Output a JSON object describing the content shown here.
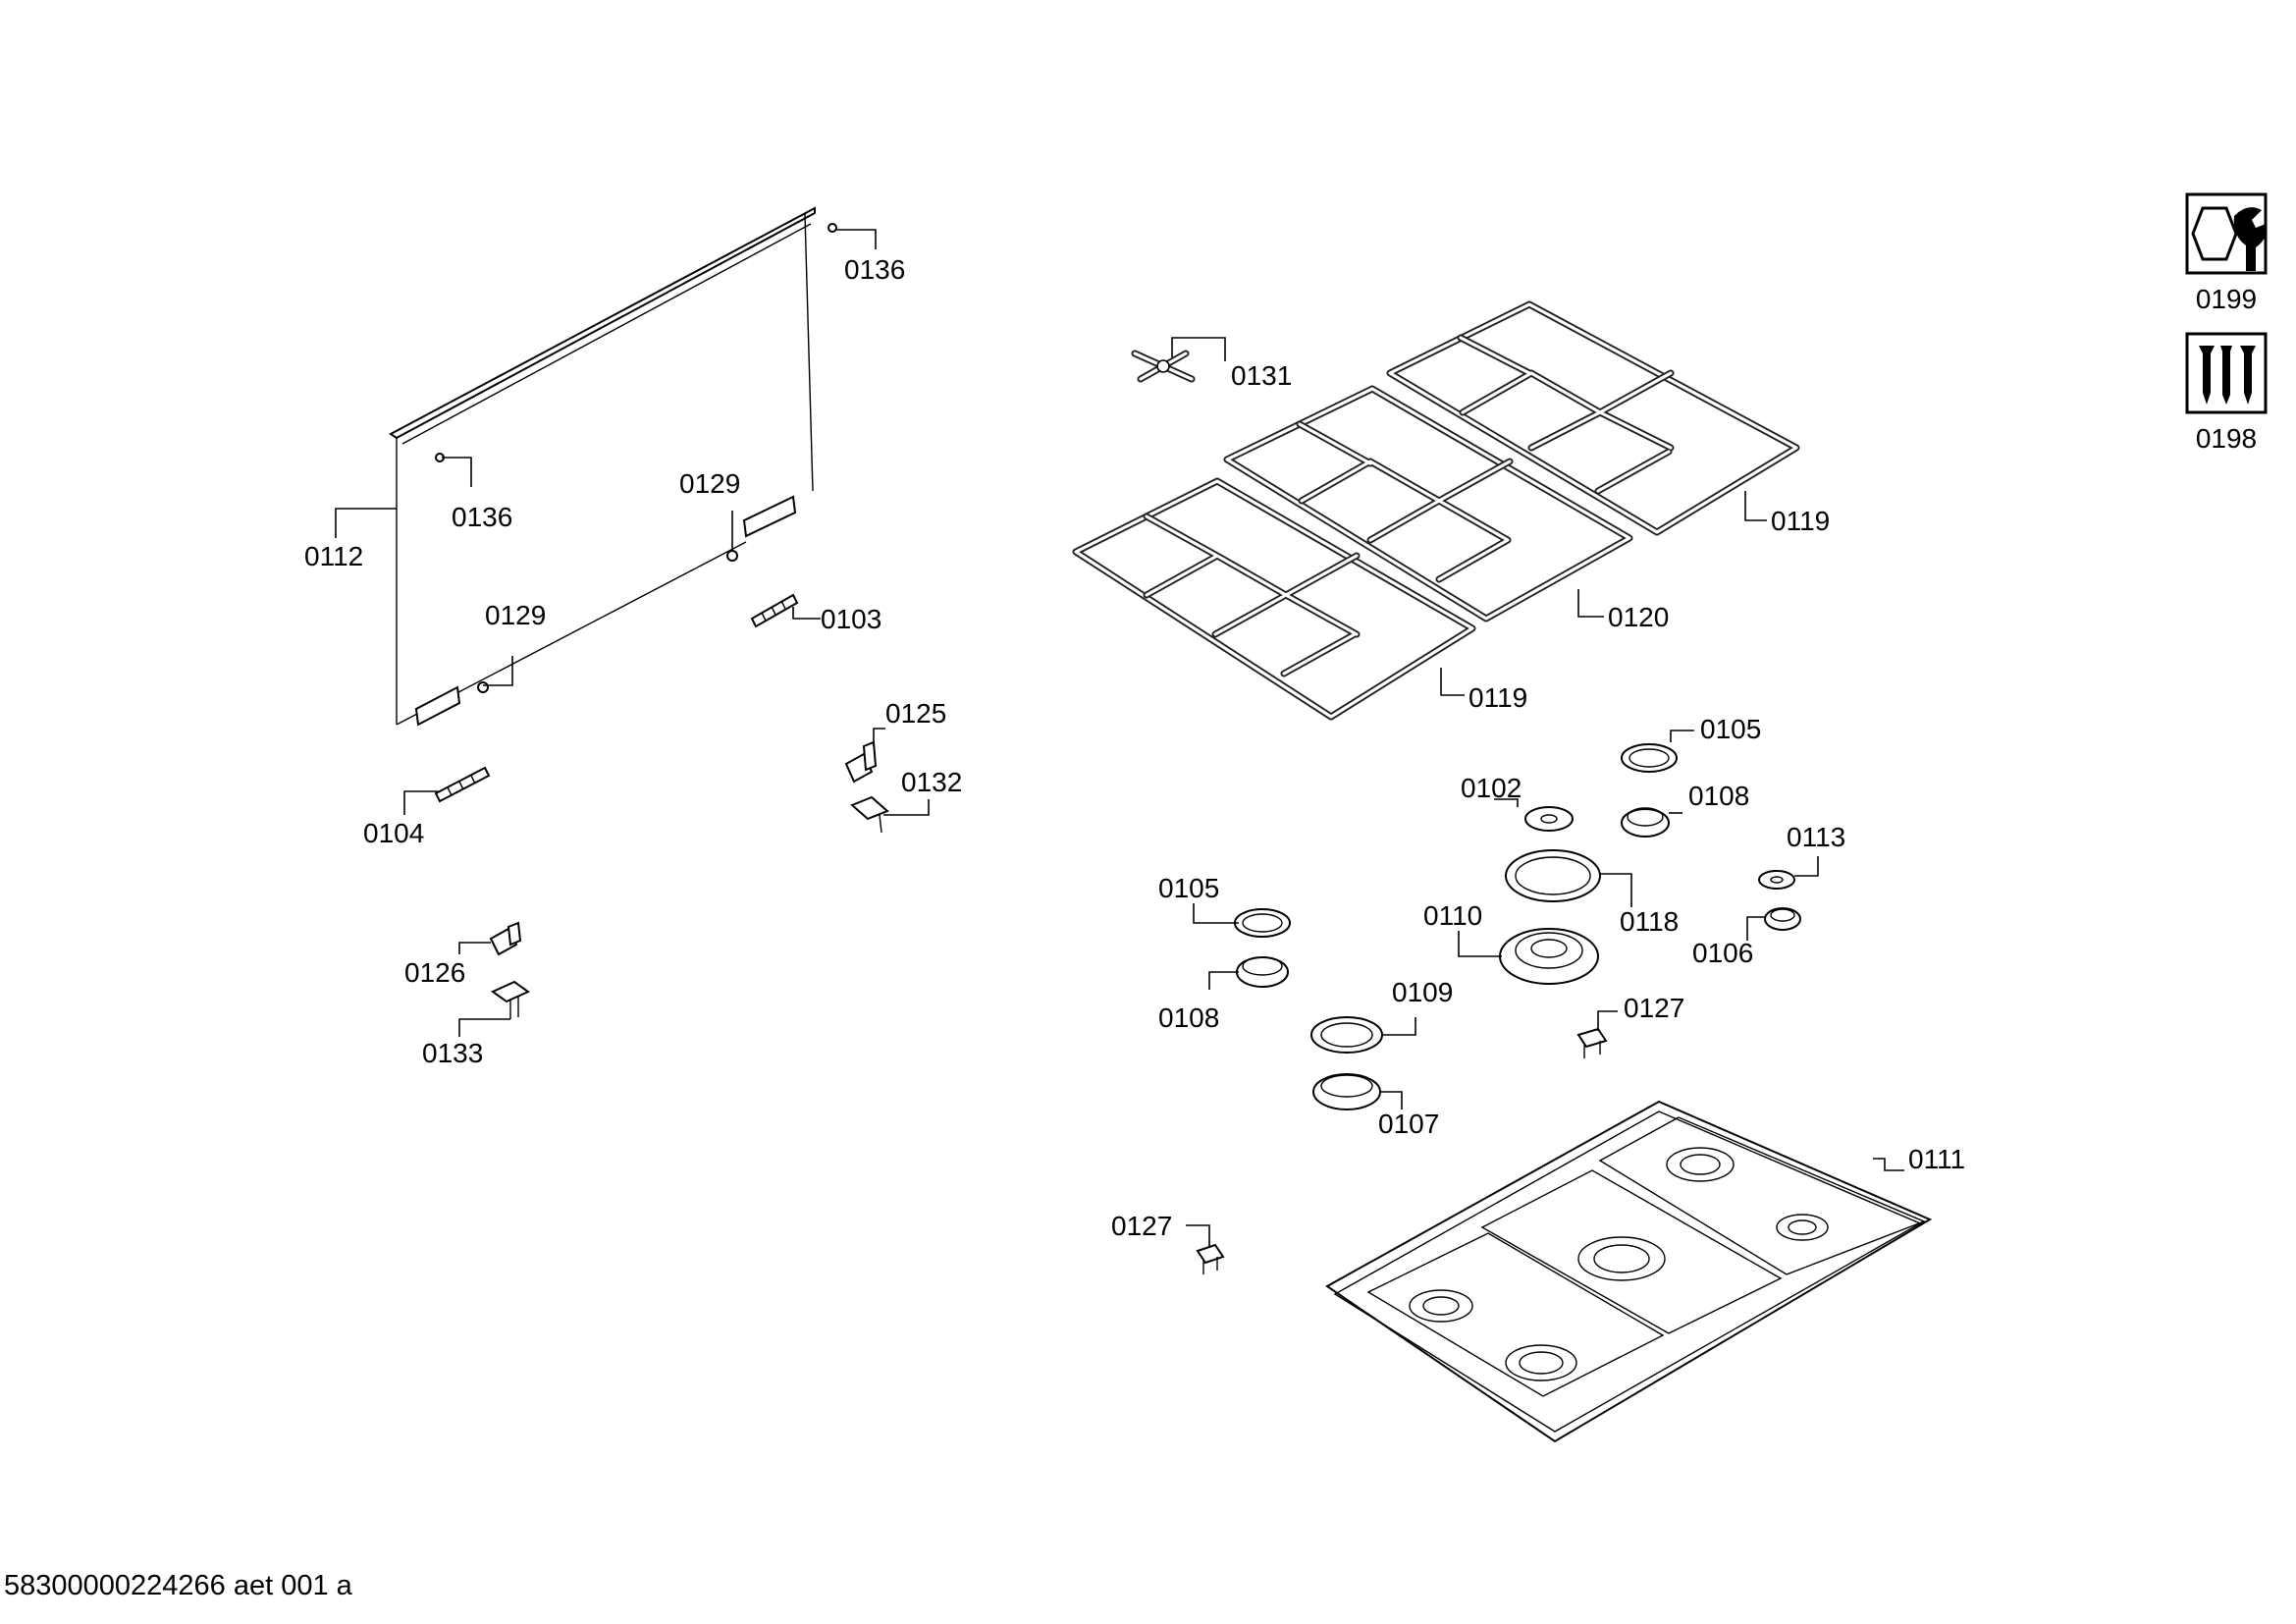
{
  "document_id": "58300000224266 aet 001 a",
  "icons": [
    {
      "name": "tool-nut-wrench-icon",
      "label": "0199"
    },
    {
      "name": "screws-icon",
      "label": "0198"
    }
  ],
  "callouts": {
    "c0136a": "0136",
    "c0136b": "0136",
    "c0112": "0112",
    "c0129a": "0129",
    "c0129b": "0129",
    "c0103": "0103",
    "c0104": "0104",
    "c0125": "0125",
    "c0132": "0132",
    "c0126": "0126",
    "c0133": "0133",
    "c0131": "0131",
    "c0119a": "0119",
    "c0119b": "0119",
    "c0120": "0120",
    "c0105a": "0105",
    "c0105b": "0105",
    "c0102": "0102",
    "c0108a": "0108",
    "c0108b": "0108",
    "c0113": "0113",
    "c0118": "0118",
    "c0110": "0110",
    "c0106": "0106",
    "c0109": "0109",
    "c0127a": "0127",
    "c0127b": "0127",
    "c0107": "0107",
    "c0111": "0111"
  }
}
